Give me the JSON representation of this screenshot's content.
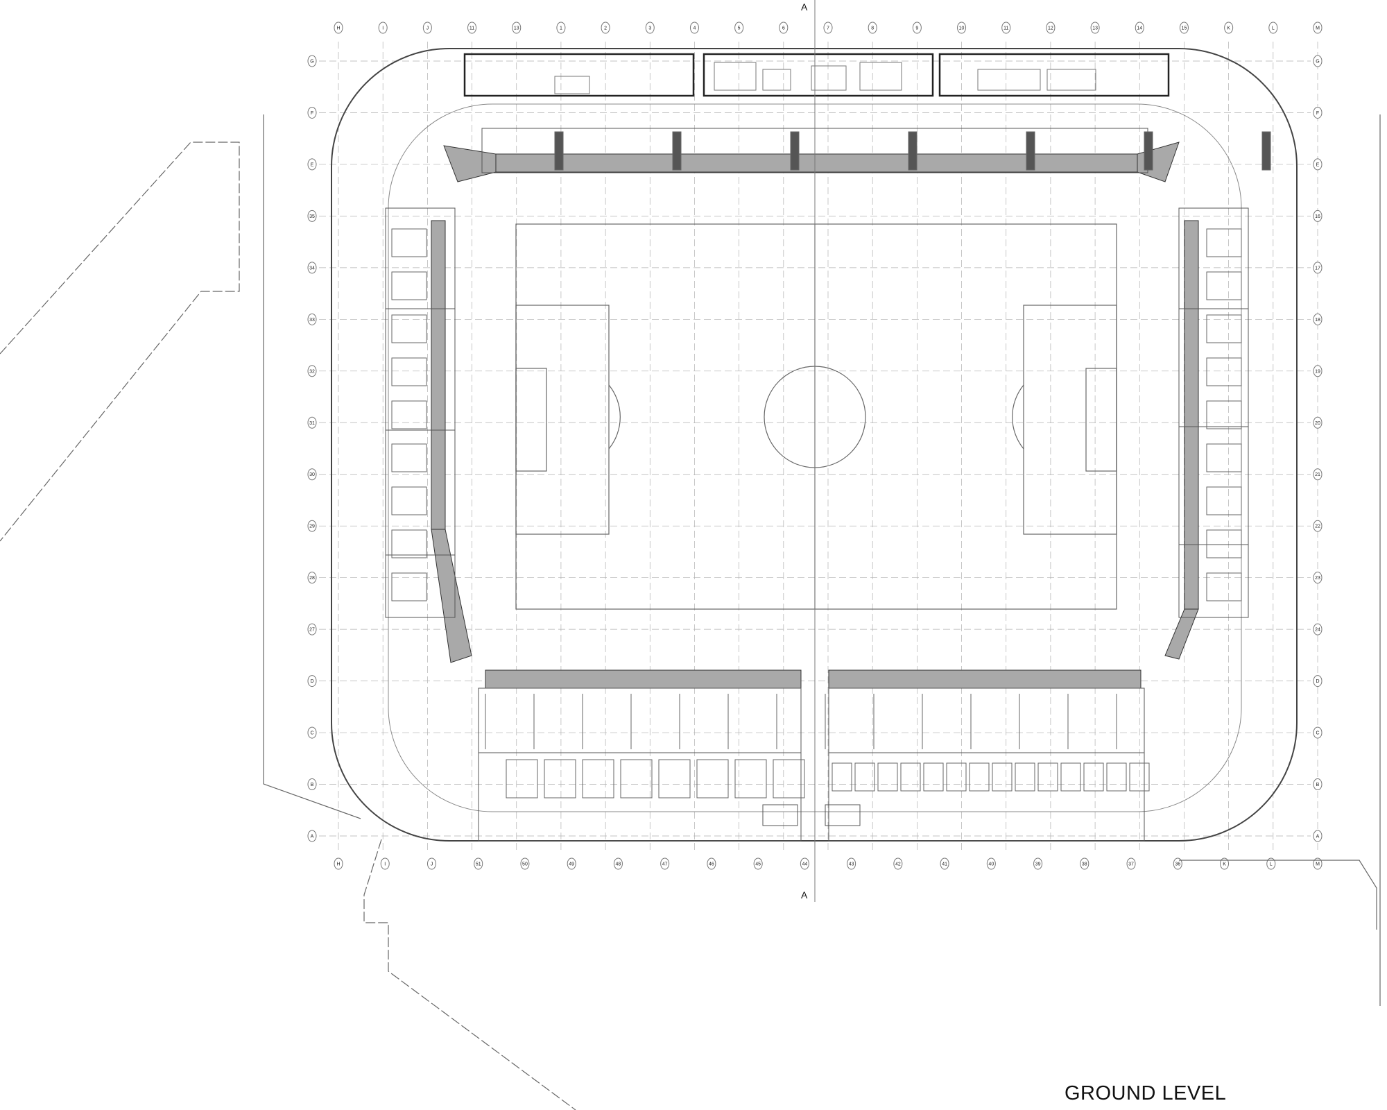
{
  "title": "GROUND LEVEL",
  "section_marker": {
    "top": "A",
    "bottom": "A"
  },
  "grid_labels": {
    "top": [
      "H",
      "I",
      "J",
      "11",
      "13",
      "1",
      "2",
      "3",
      "4",
      "5",
      "6",
      "7",
      "8",
      "9",
      "10",
      "11",
      "12",
      "13",
      "14",
      "15",
      "K",
      "L",
      "M"
    ],
    "bottom": [
      "H",
      "I",
      "J",
      "51",
      "50",
      "49",
      "48",
      "47",
      "46",
      "45",
      "44",
      "43",
      "42",
      "41",
      "40",
      "39",
      "38",
      "37",
      "36",
      "K",
      "L",
      "M"
    ],
    "left": [
      "G",
      "F",
      "E",
      "35",
      "34",
      "33",
      "32",
      "31",
      "30",
      "29",
      "28",
      "27",
      "D",
      "C",
      "B",
      "A"
    ],
    "right": [
      "G",
      "F",
      "E",
      "16",
      "17",
      "18",
      "19",
      "20",
      "21",
      "22",
      "23",
      "24",
      "D",
      "C",
      "B",
      "A"
    ]
  },
  "colors": {
    "line": "#555555",
    "grid": "#b0b0b0",
    "seat_band": "#a9a9a9",
    "wall": "#222222"
  }
}
